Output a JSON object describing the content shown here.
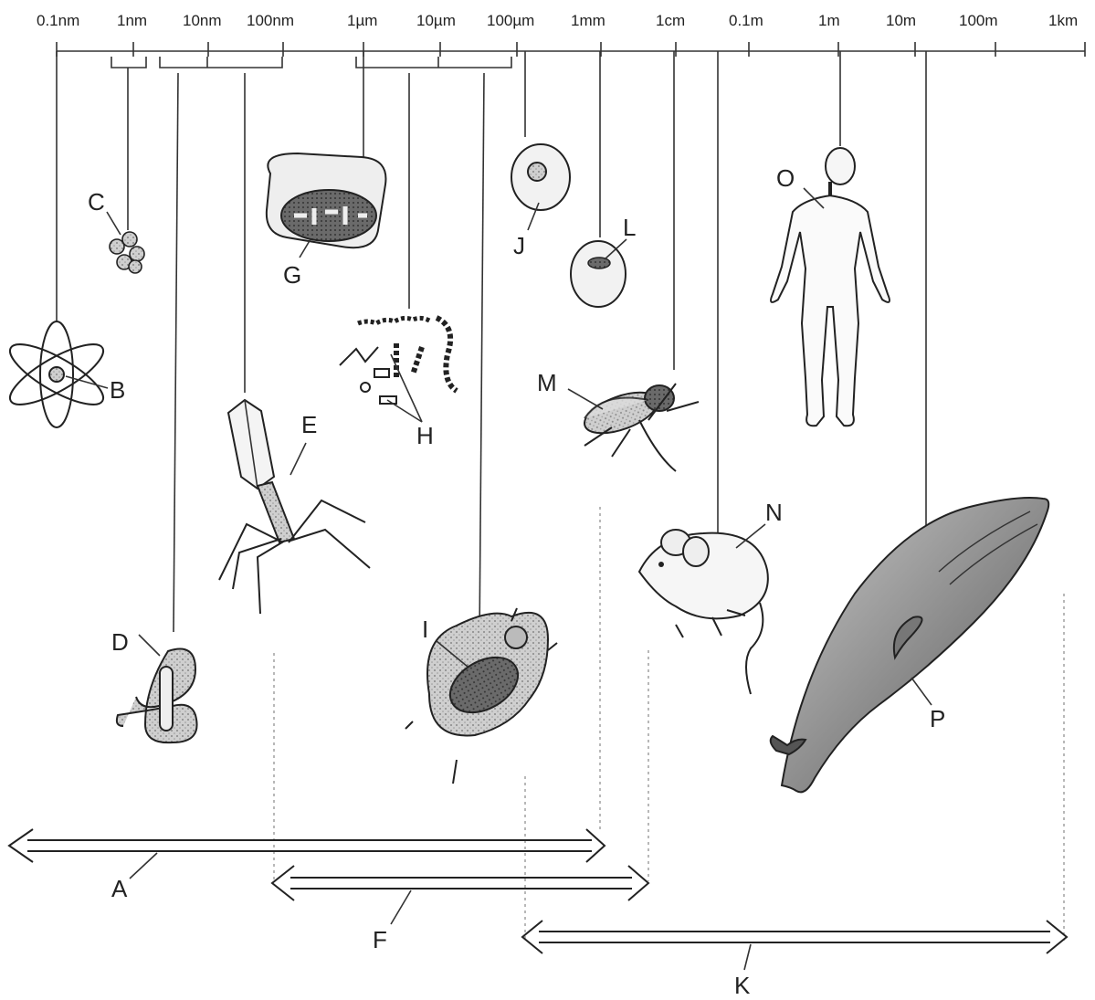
{
  "scale": {
    "ticks": [
      "0.1nm",
      "1nm",
      "10nm",
      "100nm",
      "1µm",
      "10µm",
      "100µm",
      "1mm",
      "1cm",
      "0.1m",
      "1m",
      "10m",
      "100m",
      "1km"
    ]
  },
  "labels": {
    "A": "A",
    "B": "B",
    "C": "C",
    "D": "D",
    "E": "E",
    "F": "F",
    "G": "G",
    "H": "H",
    "I": "I",
    "J": "J",
    "K": "K",
    "L": "L",
    "M": "M",
    "N": "N",
    "O": "O",
    "P": "P"
  },
  "colors": {
    "ink": "#222222",
    "shade": "#9a9a9a",
    "dark": "#444444"
  }
}
